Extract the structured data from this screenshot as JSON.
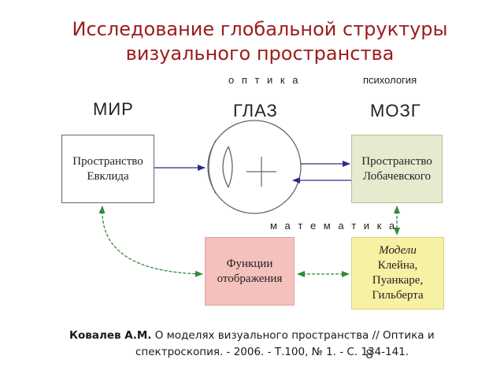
{
  "title": {
    "line1": "Исследование глобальной структуры",
    "line2": "визуального пространства"
  },
  "labels": {
    "optics": "о п т и к а",
    "psychology": "психология",
    "mathematics": "м а т е м а т и к а",
    "world": "МИР",
    "eye": "ГЛАЗ",
    "brain": "МОЗГ"
  },
  "boxes": {
    "euclid": {
      "line1": "Пространство",
      "line2": "Евклида"
    },
    "lobachevsky": {
      "line1": "Пространство",
      "line2": "Лобачевского"
    },
    "functions": {
      "line1": "Функции",
      "line2": "отображения"
    },
    "models": {
      "line1": "Модели",
      "line2": "Клейна,",
      "line3": "Пуанкаре,",
      "line4": "Гильберта"
    }
  },
  "citation": {
    "author": "Ковалев А.М.",
    "text_line1": "О моделях визуального пространства // Оптика и",
    "text_line2": "спектроскопия. - 2006. - Т.100, № 1. - С. 134-141."
  },
  "page_number": "8",
  "colors": {
    "title": "#9b1c1c",
    "navy_arrow": "#2b2d8c",
    "green_arrow": "#2e8b3a",
    "lobachevsky_box": "#e8ead0",
    "functions_box": "#f4c1bc",
    "models_box": "#f7f1a3"
  }
}
